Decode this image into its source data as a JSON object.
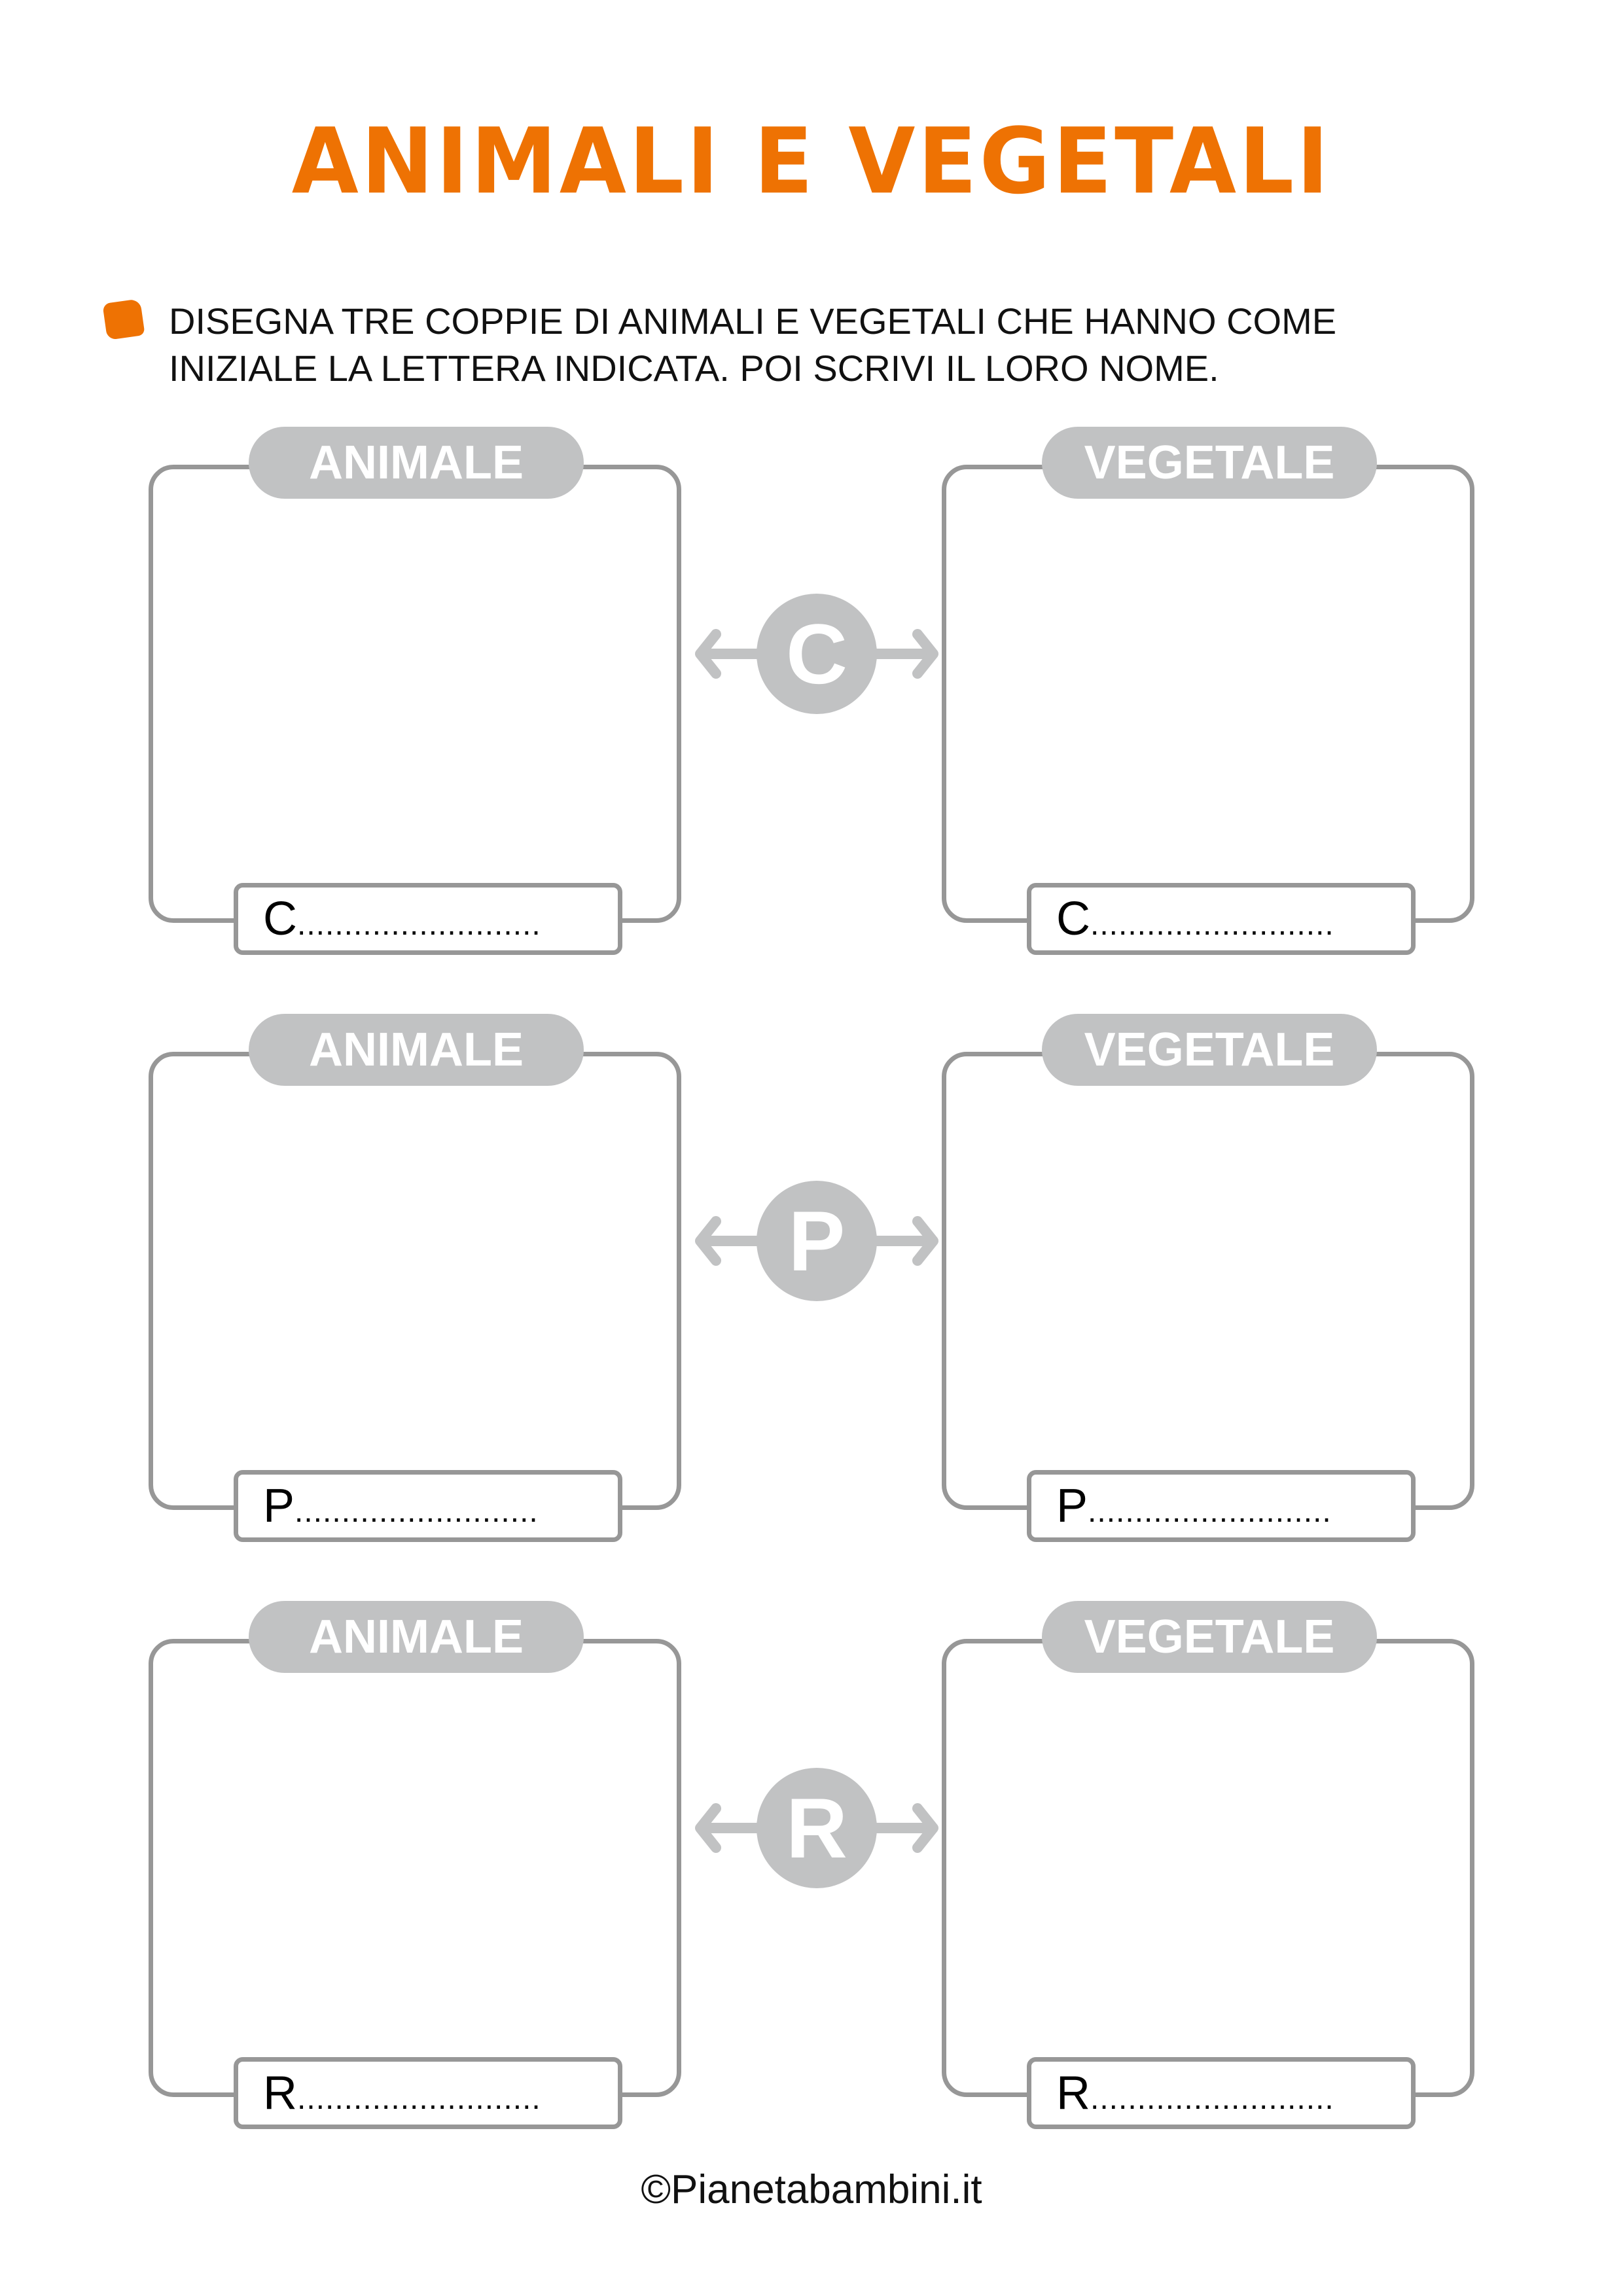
{
  "title": "ANIMALI E VEGETALI",
  "instruction": {
    "line1": "DISEGNA TRE COPPIE DI ANIMALI E VEGETALI CHE HANNO COME",
    "line2": "INIZIALE LA LETTERA INDICATA. POI SCRIVI IL LORO NOME."
  },
  "rows": [
    {
      "letter": "C",
      "animal_label": "ANIMALE",
      "plant_label": "VEGETALE",
      "animal_name": "C",
      "plant_name": "C",
      "dots": ".........................."
    },
    {
      "letter": "P",
      "animal_label": "ANIMALE",
      "plant_label": "VEGETALE",
      "animal_name": "P",
      "plant_name": "P",
      "dots": ".........................."
    },
    {
      "letter": "R",
      "animal_label": "ANIMALE",
      "plant_label": "VEGETALE",
      "animal_name": "R",
      "plant_name": "R",
      "dots": ".........................."
    }
  ],
  "footer": "©Pianetabambini.it",
  "colors": {
    "accent": "#ee7203",
    "pill": "#c1c2c3",
    "border": "#979797"
  }
}
